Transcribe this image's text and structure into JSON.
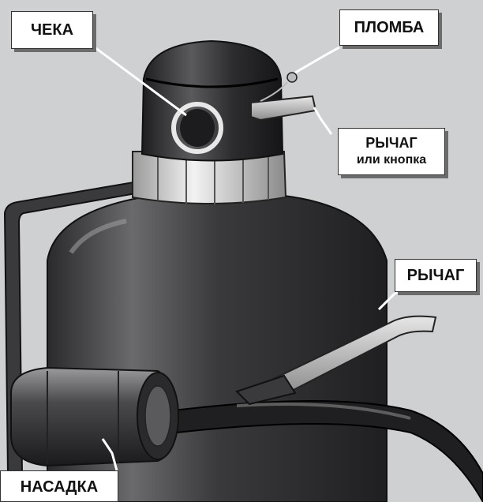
{
  "labels": {
    "cheka": "ЧЕКА",
    "plomba": "ПЛОМБА",
    "rychag_top_line1": "РЫЧАГ",
    "rychag_top_line2": "или кнопка",
    "rychag_right": "РЫЧАГ",
    "nasadka": "НАСАДКА"
  },
  "colors": {
    "background": "#cfd0d2",
    "body_dark": "#2e2e30",
    "collar_light": "#dcdcdc",
    "label_bg": "#ffffff",
    "label_shadow": "#6b6b6b"
  }
}
